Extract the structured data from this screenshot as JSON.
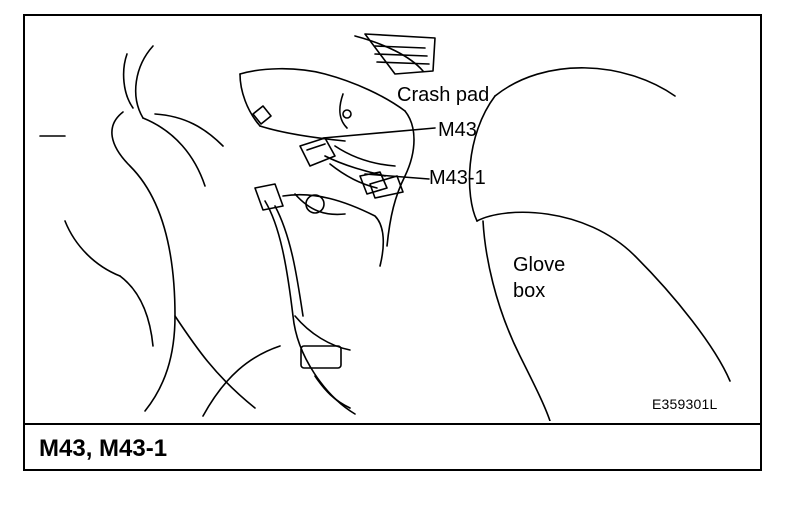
{
  "figure": {
    "callouts": {
      "crash_pad": "Crash pad",
      "m43": "M43",
      "m43_1": "M43-1",
      "glove_box_line1": "Glove",
      "glove_box_line2": "box"
    },
    "code": "E359301L",
    "caption": "M43, M43-1"
  },
  "colors": {
    "line": "#000000",
    "background": "#ffffff"
  }
}
